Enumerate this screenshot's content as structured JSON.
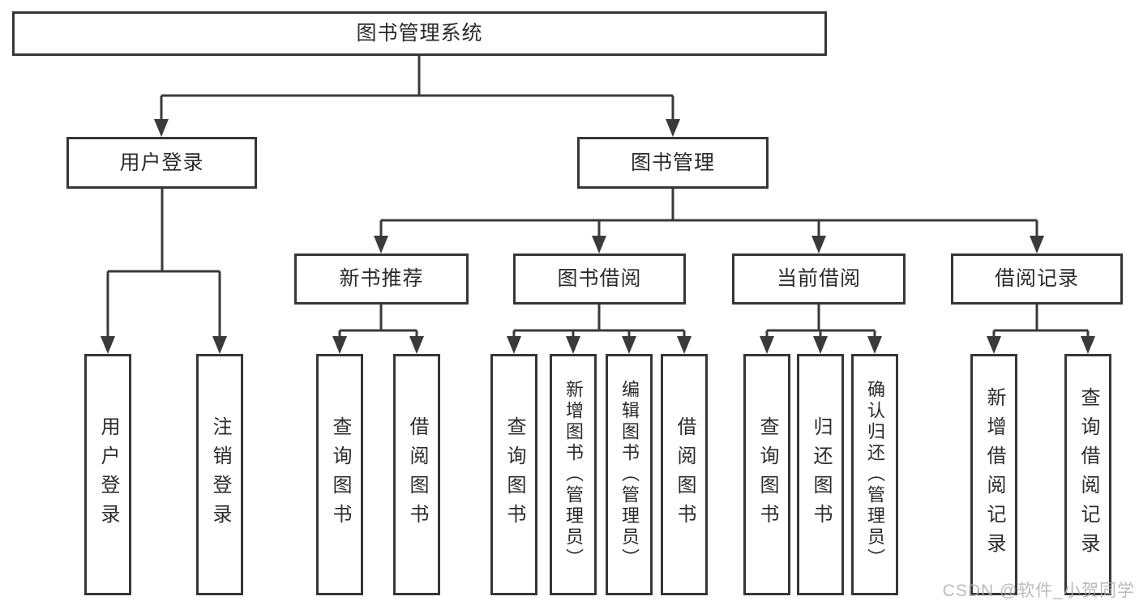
{
  "diagram": {
    "title": "图书管理系统",
    "nodes": [
      {
        "id": "root",
        "label": "图书管理系统",
        "level": 1
      },
      {
        "id": "user-login",
        "label": "用户登录",
        "level": 2
      },
      {
        "id": "book-management",
        "label": "图书管理",
        "level": 2
      },
      {
        "id": "new-book-recommendation",
        "label": "新书推荐",
        "level": 3
      },
      {
        "id": "book-borrowing",
        "label": "图书借阅",
        "level": 3
      },
      {
        "id": "current-borrowing",
        "label": "当前借阅",
        "level": 3
      },
      {
        "id": "borrowing-records",
        "label": "借阅记录",
        "level": 3
      },
      {
        "id": "leaf-user-login",
        "label": "用户登录",
        "level": 4
      },
      {
        "id": "leaf-logout",
        "label": "注销登录",
        "level": 4
      },
      {
        "id": "leaf-nbr-query-books",
        "label": "查询图书",
        "level": 4
      },
      {
        "id": "leaf-nbr-borrow-books",
        "label": "借阅图书",
        "level": 4
      },
      {
        "id": "leaf-bb-query-books",
        "label": "查询图书",
        "level": 4
      },
      {
        "id": "leaf-bb-add-books",
        "label": "新增图书（管理员）",
        "level": 4
      },
      {
        "id": "leaf-bb-edit-books",
        "label": "编辑图书（管理员）",
        "level": 4
      },
      {
        "id": "leaf-bb-borrow-books",
        "label": "借阅图书",
        "level": 4
      },
      {
        "id": "leaf-cb-query-books",
        "label": "查询图书",
        "level": 4
      },
      {
        "id": "leaf-cb-return-books",
        "label": "归还图书",
        "level": 4
      },
      {
        "id": "leaf-cb-confirm-return",
        "label": "确认归还（管理员）",
        "level": 4
      },
      {
        "id": "leaf-br-add-record",
        "label": "新增借阅记录",
        "level": 4
      },
      {
        "id": "leaf-br-query-record",
        "label": "查询借阅记录",
        "level": 4
      }
    ],
    "edges": [
      [
        "root",
        "user-login"
      ],
      [
        "root",
        "book-management"
      ],
      [
        "user-login",
        "leaf-user-login"
      ],
      [
        "user-login",
        "leaf-logout"
      ],
      [
        "book-management",
        "new-book-recommendation"
      ],
      [
        "book-management",
        "book-borrowing"
      ],
      [
        "book-management",
        "current-borrowing"
      ],
      [
        "book-management",
        "borrowing-records"
      ],
      [
        "new-book-recommendation",
        "leaf-nbr-query-books"
      ],
      [
        "new-book-recommendation",
        "leaf-nbr-borrow-books"
      ],
      [
        "book-borrowing",
        "leaf-bb-query-books"
      ],
      [
        "book-borrowing",
        "leaf-bb-add-books"
      ],
      [
        "book-borrowing",
        "leaf-bb-edit-books"
      ],
      [
        "book-borrowing",
        "leaf-bb-borrow-books"
      ],
      [
        "current-borrowing",
        "leaf-cb-query-books"
      ],
      [
        "current-borrowing",
        "leaf-cb-return-books"
      ],
      [
        "current-borrowing",
        "leaf-cb-confirm-return"
      ],
      [
        "borrowing-records",
        "leaf-br-add-record"
      ],
      [
        "borrowing-records",
        "leaf-br-query-record"
      ]
    ]
  },
  "watermark": {
    "text": "CSDN @软件_小贺同学"
  },
  "colors": {
    "line": "#3a3a3a",
    "box_border": "#363636",
    "text": "#2b2b2b",
    "background": "#ffffff",
    "watermark": "#afafaf"
  }
}
